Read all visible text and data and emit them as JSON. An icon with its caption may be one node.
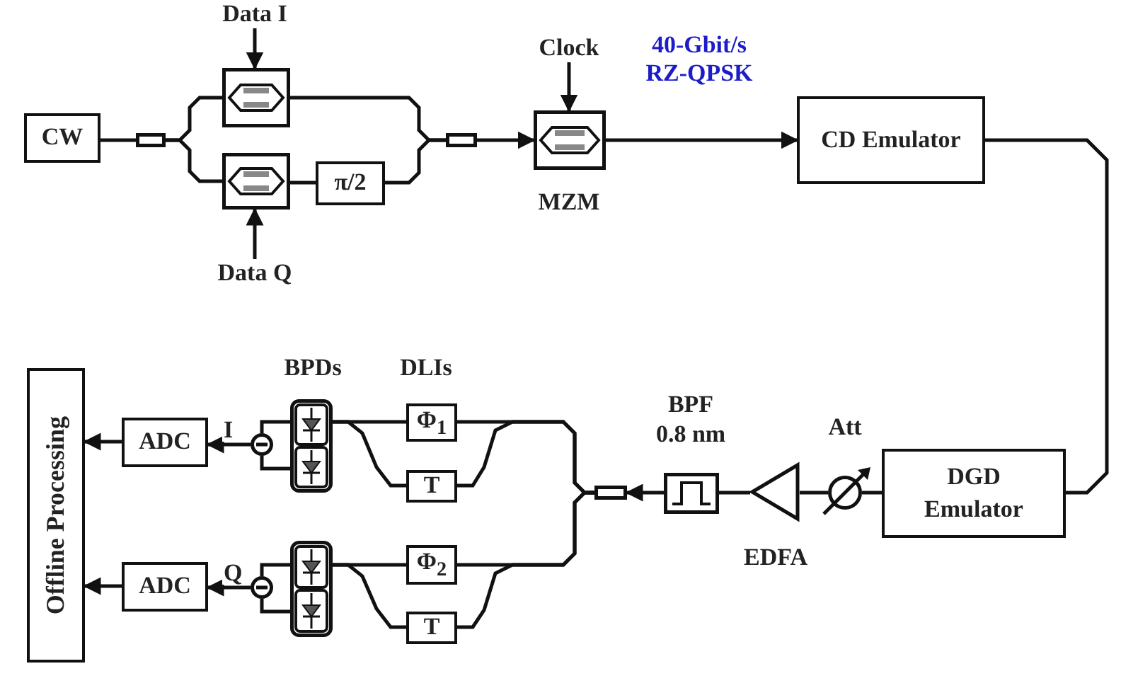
{
  "diagram": {
    "nodes": [
      {
        "text": [
          "Data I"
        ]
      },
      {
        "text": [
          "Clock"
        ]
      },
      {
        "text": [
          "CW"
        ]
      },
      {
        "text": [],
        "shape": "box"
      },
      {
        "text": [],
        "shape": "box"
      },
      {
        "text": [],
        "shape": "box"
      },
      {
        "text": [
          "π/2"
        ]
      },
      {
        "text": [],
        "shape": "box"
      },
      {
        "text": [],
        "shape": "box",
        "beside": [
          "MZM"
        ]
      },
      {
        "text": [
          "CD Emulator"
        ]
      },
      {
        "text": [
          "Data Q"
        ]
      },
      {
        "text": [
          "Offline Processing"
        ]
      },
      {
        "text": [
          "ADC"
        ]
      },
      {
        "text": [],
        "shape": "circle"
      },
      {
        "text": [],
        "shape": "box"
      },
      {
        "text": [
          "Φ$_{1}$"
        ]
      },
      {
        "text": [
          "T"
        ]
      },
      {
        "text": [],
        "shape": "box"
      },
      {
        "text": [],
        "shape": "box",
        "beside": [
          "BPF",
          "0.8 nm"
        ]
      },
      {
        "text": [],
        "shape": "triangle",
        "beside": [
          "EDFA"
        ]
      },
      {
        "text": [],
        "shape": "circle",
        "beside": [
          "Att"
        ]
      },
      {
        "text": [
          "DGD Emulator"
        ]
      },
      {
        "text": [
          "ADC"
        ]
      },
      {
        "text": [],
        "shape": "circle"
      },
      {
        "text": [],
        "shape": "box"
      },
      {
        "text": [
          "Φ$_{2}$"
        ]
      },
      {
        "text": [
          "T"
        ]
      }
    ],
    "edges": [
      {
        "from": 0,
        "to": 4,
        "arrow": "to"
      },
      {
        "from": 10,
        "to": 5,
        "arrow": "to"
      },
      {
        "from": 1,
        "to": 8,
        "arrow": "to"
      },
      {
        "from": 2,
        "to": 3,
        "arrow": "none"
      },
      {
        "from": 3,
        "to": 4,
        "arrow": "none"
      },
      {
        "from": 3,
        "to": 5,
        "arrow": "none"
      },
      {
        "from": 4,
        "to": 7,
        "arrow": "none"
      },
      {
        "from": 5,
        "to": 6,
        "arrow": "none"
      },
      {
        "from": 6,
        "to": 7,
        "arrow": "none"
      },
      {
        "from": 7,
        "to": 8,
        "arrow": "to"
      },
      {
        "from": 8,
        "to": 9,
        "arrow": "to"
      },
      {
        "from": 9,
        "to": 21,
        "arrow": "none"
      },
      {
        "from": 21,
        "to": 20,
        "arrow": "none"
      },
      {
        "from": 20,
        "to": 19,
        "arrow": "none"
      },
      {
        "from": 19,
        "to": 18,
        "arrow": "none"
      },
      {
        "from": 18,
        "to": 17,
        "arrow": "to"
      },
      {
        "from": 17,
        "to": 15,
        "arrow": "none"
      },
      {
        "from": 17,
        "to": 16,
        "arrow": "none"
      },
      {
        "from": 17,
        "to": 25,
        "arrow": "none"
      },
      {
        "from": 17,
        "to": 26,
        "arrow": "none"
      },
      {
        "from": 15,
        "to": 14,
        "arrow": "none"
      },
      {
        "from": 16,
        "to": 14,
        "arrow": "none"
      },
      {
        "from": 25,
        "to": 24,
        "arrow": "none"
      },
      {
        "from": 26,
        "to": 24,
        "arrow": "none"
      },
      {
        "from": 14,
        "to": 13,
        "arrow": "none"
      },
      {
        "from": 14,
        "to": 13,
        "arrow": "none"
      },
      {
        "from": 13,
        "to": 12,
        "arrow": "to",
        "label": "I"
      },
      {
        "from": 12,
        "to": 11,
        "arrow": "to"
      },
      {
        "from": 24,
        "to": 23,
        "arrow": "none"
      },
      {
        "from": 24,
        "to": 23,
        "arrow": "none"
      },
      {
        "from": 23,
        "to": 22,
        "arrow": "to",
        "label": "Q"
      },
      {
        "from": 22,
        "to": 11,
        "arrow": "to"
      }
    ],
    "labels": [
      "40-Gbit/s RZ-QPSK",
      "BPDs",
      "DLIs"
    ]
  }
}
